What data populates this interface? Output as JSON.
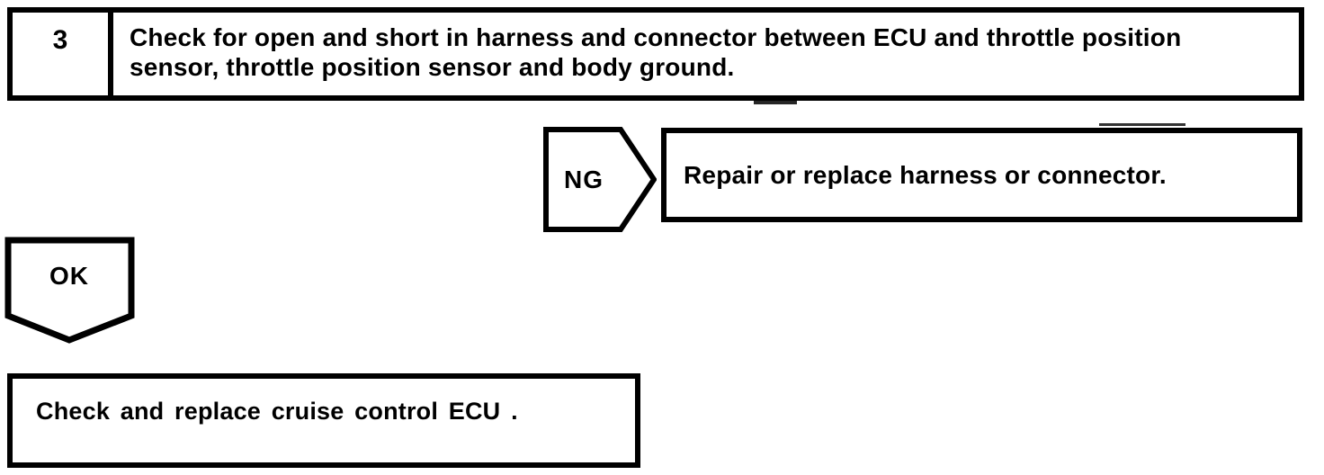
{
  "page": {
    "background_color": "#ffffff",
    "line_color": "#000000"
  },
  "step": {
    "number": "3",
    "instruction": "Check for open and short in harness and connector between ECU and throttle position sensor, throttle position sensor and body ground."
  },
  "ng_branch": {
    "label": "NG",
    "action": "Repair or replace harness or connector."
  },
  "ok_branch": {
    "label": "OK",
    "action": "Check and replace cruise control ECU ."
  }
}
